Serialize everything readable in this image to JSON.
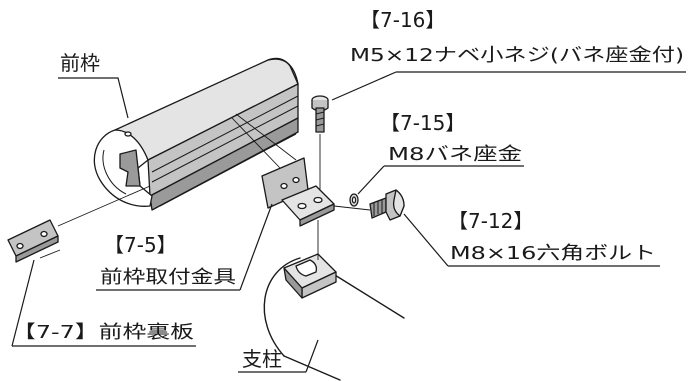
{
  "labels": {
    "front_frame": "前枠",
    "screw_code": "【7-16】",
    "screw_name": "M5×12ナベ小ネジ(バネ座金付)",
    "washer_code": "【7-15】",
    "washer_name": "M8バネ座金",
    "bolt_code": "【7-12】",
    "bolt_name": "M8×16六角ボルト",
    "bracket_code": "【7-5】",
    "bracket_name": "前枠取付金具",
    "back_plate": "【7-7】前枠裏板",
    "post": "支柱"
  },
  "colors": {
    "ink": "#1a1a1a",
    "metal_light": "#e4e4e4",
    "metal_mid": "#c4c4c4",
    "metal_dark": "#9a9a9a",
    "background": "#ffffff"
  }
}
